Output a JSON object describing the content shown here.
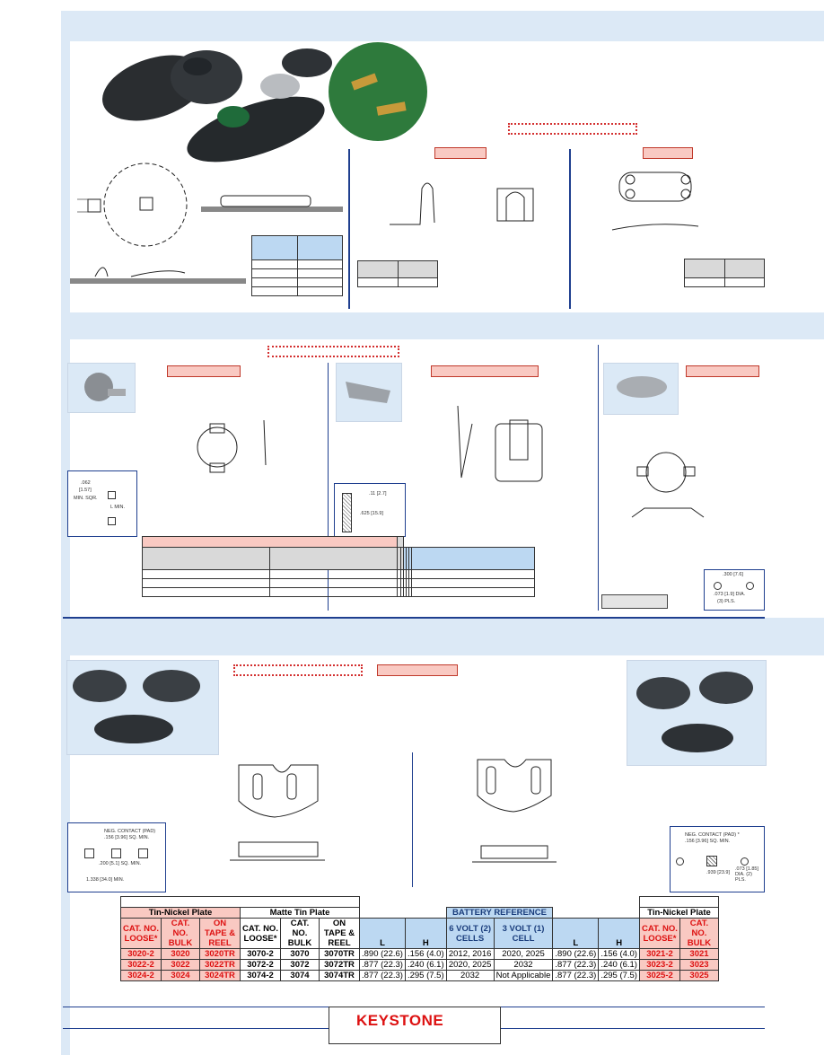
{
  "colors": {
    "band": "#dce9f6",
    "accent_red": "#d11111",
    "table_pink": "#f9c9c2",
    "table_blue": "#bcd8f2",
    "rule_blue": "#1f3f8f"
  },
  "section3": {
    "col_groups": {
      "tin_nickel": "Tin-Nickel Plate",
      "matte_tin": "Matte Tin Plate",
      "battery_ref": "BATTERY REFERENCE",
      "tin_nickel_right": "Tin-Nickel Plate"
    },
    "headers": {
      "cat_loose": "CAT. NO. LOOSE*",
      "cat_bulk": "CAT. NO. BULK",
      "on_tape": "ON TAPE & REEL",
      "L": "L",
      "H": "H",
      "six_volt": "6 VOLT (2) CELLS",
      "three_volt": "3 VOLT (1) CELL"
    },
    "rows": [
      [
        "3020-2",
        "3020",
        "3020TR",
        "3070-2",
        "3070",
        "3070TR",
        ".890 (22.6)",
        ".156 (4.0)",
        "2012, 2016",
        "2020, 2025",
        ".890 (22.6)",
        ".156 (4.0)",
        "3021-2",
        "3021"
      ],
      [
        "3022-2",
        "3022",
        "3022TR",
        "3072-2",
        "3072",
        "3072TR",
        ".877 (22.3)",
        ".240 (6.1)",
        "2020, 2025",
        "2032",
        ".877 (22.3)",
        ".240 (6.1)",
        "3023-2",
        "3023"
      ],
      [
        "3024-2",
        "3024",
        "3024TR",
        "3074-2",
        "3074",
        "3074TR",
        ".877 (22.3)",
        ".295 (7.5)",
        "2032",
        "Not Applicable",
        ".877 (22.3)",
        ".295 (7.5)",
        "3025-2",
        "3025"
      ]
    ],
    "left_pad": {
      "line1": "NEG. CONTACT (PAD)",
      "line2": ".156 [3.96] SQ. MIN.",
      "line3": ".200 [5.1] SQ. MIN.",
      "line4": "1.338 [34.0] MIN."
    },
    "right_pad": {
      "line1": "NEG. CONTACT (PAD) *",
      "line2": ".156 [3.96] SQ. MIN.",
      "line3": ".939 [23.9]",
      "line4": ".073 [1.85] DIA. (2) PLS."
    }
  },
  "section2": {
    "pad_left": {
      "line1": ".062",
      "line2": "[1.57]",
      "line3": "MIN. SQR.",
      "line4": "L MIN."
    },
    "pad_mid": {
      "line1": ".11 [2.7]",
      "line2": ".625 [15.9]"
    },
    "pad_right": {
      "line1": ".300 [7.6]",
      "line2": ".073 [1.9] DIA.",
      "line3": "(3) PLS."
    }
  },
  "footer": {
    "brand": "KEYSTONE"
  }
}
